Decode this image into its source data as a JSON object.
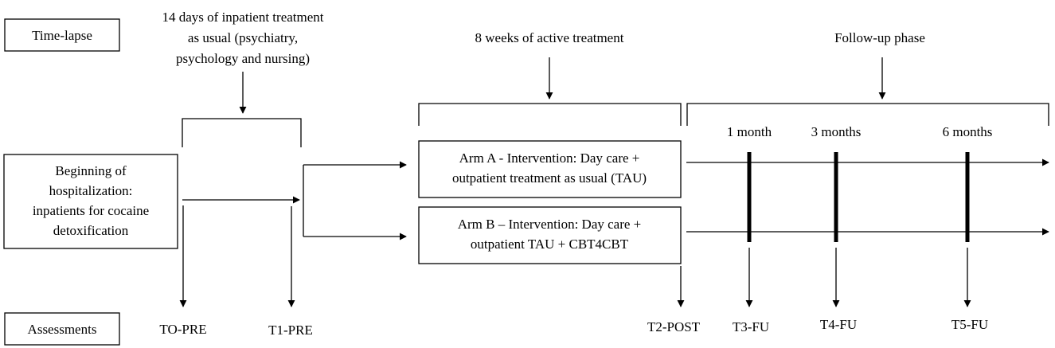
{
  "labels": {
    "time_lapse": "Time-lapse",
    "assessments": "Assessments",
    "inpatient_period": [
      "14 days of inpatient treatment",
      "as usual (psychiatry,",
      "psychology and nursing)"
    ],
    "active_treatment": "8 weeks of active treatment",
    "follow_up_phase": "Follow-up phase",
    "beginning": [
      "Beginning of",
      "hospitalization:",
      "inpatients for cocaine",
      "detoxification"
    ]
  },
  "arms": {
    "a": [
      "Arm A - Intervention: Day care +",
      "outpatient treatment as usual (TAU)"
    ],
    "b": [
      "Arm B – Intervention: Day care +",
      "outpatient TAU + CBT4CBT"
    ]
  },
  "follow_up_times": [
    "1 month",
    "3 months",
    "6 months"
  ],
  "assessment_points": [
    "TO-PRE",
    "T1-PRE",
    "T2-POST",
    "T3-FU",
    "T4-FU",
    "T5-FU"
  ]
}
